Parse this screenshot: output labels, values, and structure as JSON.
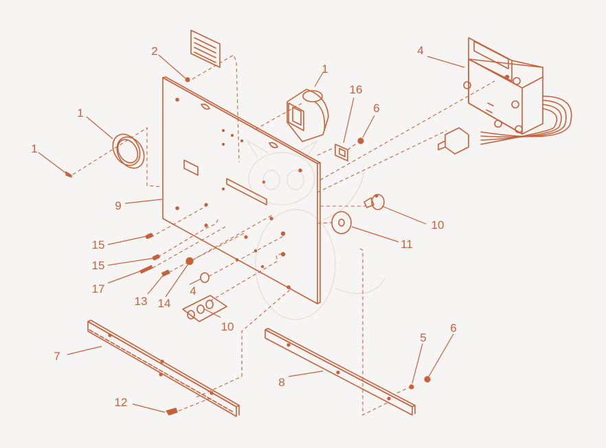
{
  "labels": {
    "l1_screw_left": "1",
    "l1_ring": "1",
    "l2_screw": "2",
    "l1_blower": "1",
    "l16_switch": "16",
    "l6_top": "6",
    "l4_control": "4",
    "l9_panel": "9",
    "l10_knob": "10",
    "l11_washer": "11",
    "l15_a": "15",
    "l15_b": "15",
    "l17_bolt": "17",
    "l13_bolt": "13",
    "l14_nut": "14",
    "l4_washer": "4",
    "l10_parts": "10",
    "l7_hinge": "7",
    "l8_strip": "8",
    "l5_part": "5",
    "l6_bottom": "6",
    "l12_screw": "12"
  },
  "colors": {
    "line": "#c8603a",
    "background": "#f6f5f3",
    "watermark": "#e8e1d8"
  }
}
